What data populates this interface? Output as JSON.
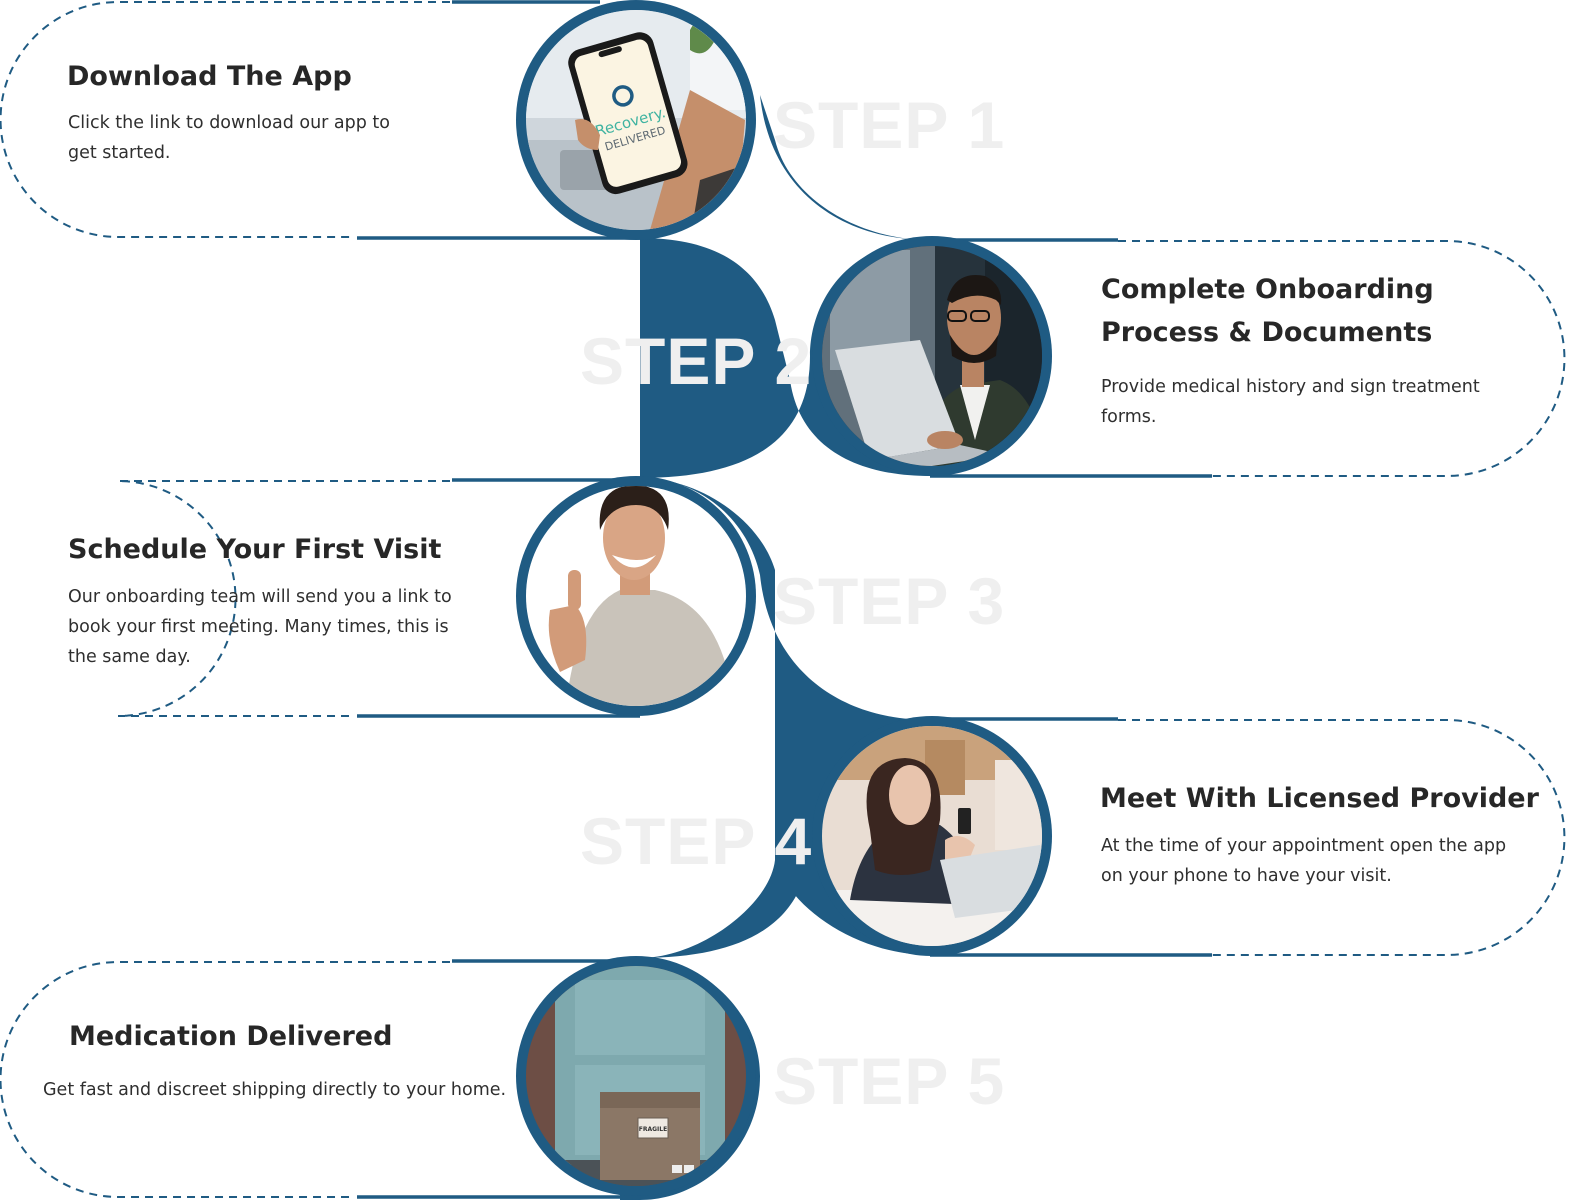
{
  "colors": {
    "accent": "#1f5b83",
    "watermark": "#efefef",
    "title_text": "#272727",
    "body_text": "#2f2f2f"
  },
  "logo": {
    "line1": "Recovery.",
    "line2": "DELIVERED"
  },
  "package_label": "FRAGILE",
  "steps": [
    {
      "label": "STEP 1",
      "title": "Download The App",
      "description": "Click the link to download our app to get started.",
      "image": "phone-with-recovery-delivered-app"
    },
    {
      "label": "STEP 2",
      "title": "Complete Onboarding Process & Documents",
      "description": "Provide medical history and sign treatment forms.",
      "image": "man-working-on-laptop"
    },
    {
      "label": "STEP 3",
      "title": "Schedule Your First Visit",
      "description": "Our onboarding team will send you a link to book your first meeting. Many times, this is the same day.",
      "image": "smiling-man-thumbs-up"
    },
    {
      "label": "STEP 4",
      "title": "Meet With Licensed Provider",
      "description": "At the time of your appointment open the app on your phone to have your visit.",
      "image": "woman-on-video-call-with-phone"
    },
    {
      "label": "STEP 5",
      "title": "Medication Delivered",
      "description": "Get fast and discreet shipping directly to your home.",
      "image": "package-at-front-door"
    }
  ]
}
